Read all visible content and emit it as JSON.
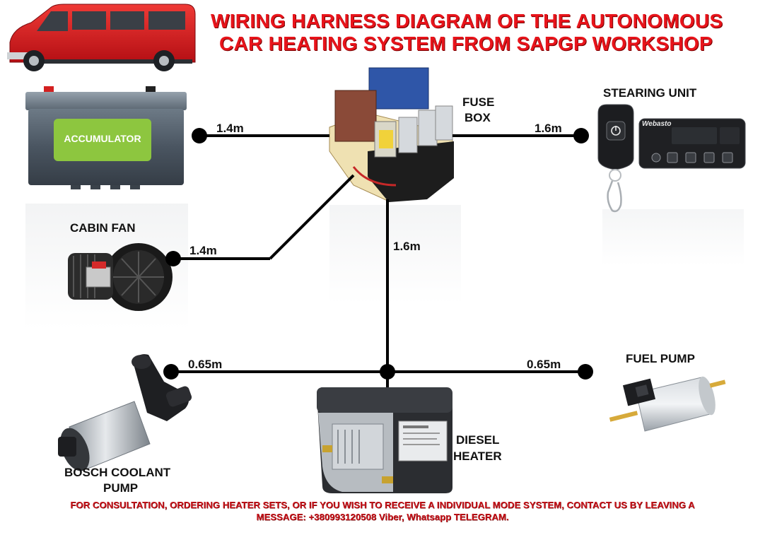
{
  "title": {
    "line1": "WIRING HARNESS DIAGRAM OF THE AUTONOMOUS",
    "line2": "CAR HEATING SYSTEM  FROM SAPGP WORKSHOP"
  },
  "components": {
    "accumulator": "ACCUMULATOR",
    "fuse_box_line1": "FUSE",
    "fuse_box_line2": "BOX",
    "stearing_unit": "STEARING UNIT",
    "cabin_fan": "CABIN FAN",
    "fuel_pump": "FUEL PUMP",
    "diesel_heater_line1": "DIESEL",
    "diesel_heater_line2": "HEATER",
    "coolant_pump_line1": "BOSCH COOLANT",
    "coolant_pump_line2": "PUMP",
    "webasto_brand": "Webasto"
  },
  "wires": {
    "accumulator_to_fuse": "1.4m",
    "fuse_to_stearing": "1.6m",
    "fan_to_fuse": "1.4m",
    "fuse_to_heater": "1.6m",
    "coolant_to_heater": "0.65m",
    "heater_to_fuel_pump": "0.65m"
  },
  "footer": {
    "line1": "FOR CONSULTATION, ORDERING HEATER SETS, OR IF YOU WISH TO RECEIVE A INDIVIDUAL MODE SYSTEM, CONTACT US BY LEAVING A",
    "line2": "MESSAGE: +380993120508 Viber, Whatsapp TELEGRAM."
  },
  "colors": {
    "title": "#e8141b",
    "footer": "#c8141b",
    "van": "#d8191c",
    "wire": "#000000",
    "accumulator_label_bg": "#8dc63f"
  },
  "icons": [
    "van-icon",
    "accumulator-icon",
    "fuse-box-icon",
    "remote-key-icon",
    "control-panel-icon",
    "cabin-fan-icon",
    "coolant-pump-icon",
    "diesel-heater-icon",
    "fuel-pump-icon"
  ]
}
